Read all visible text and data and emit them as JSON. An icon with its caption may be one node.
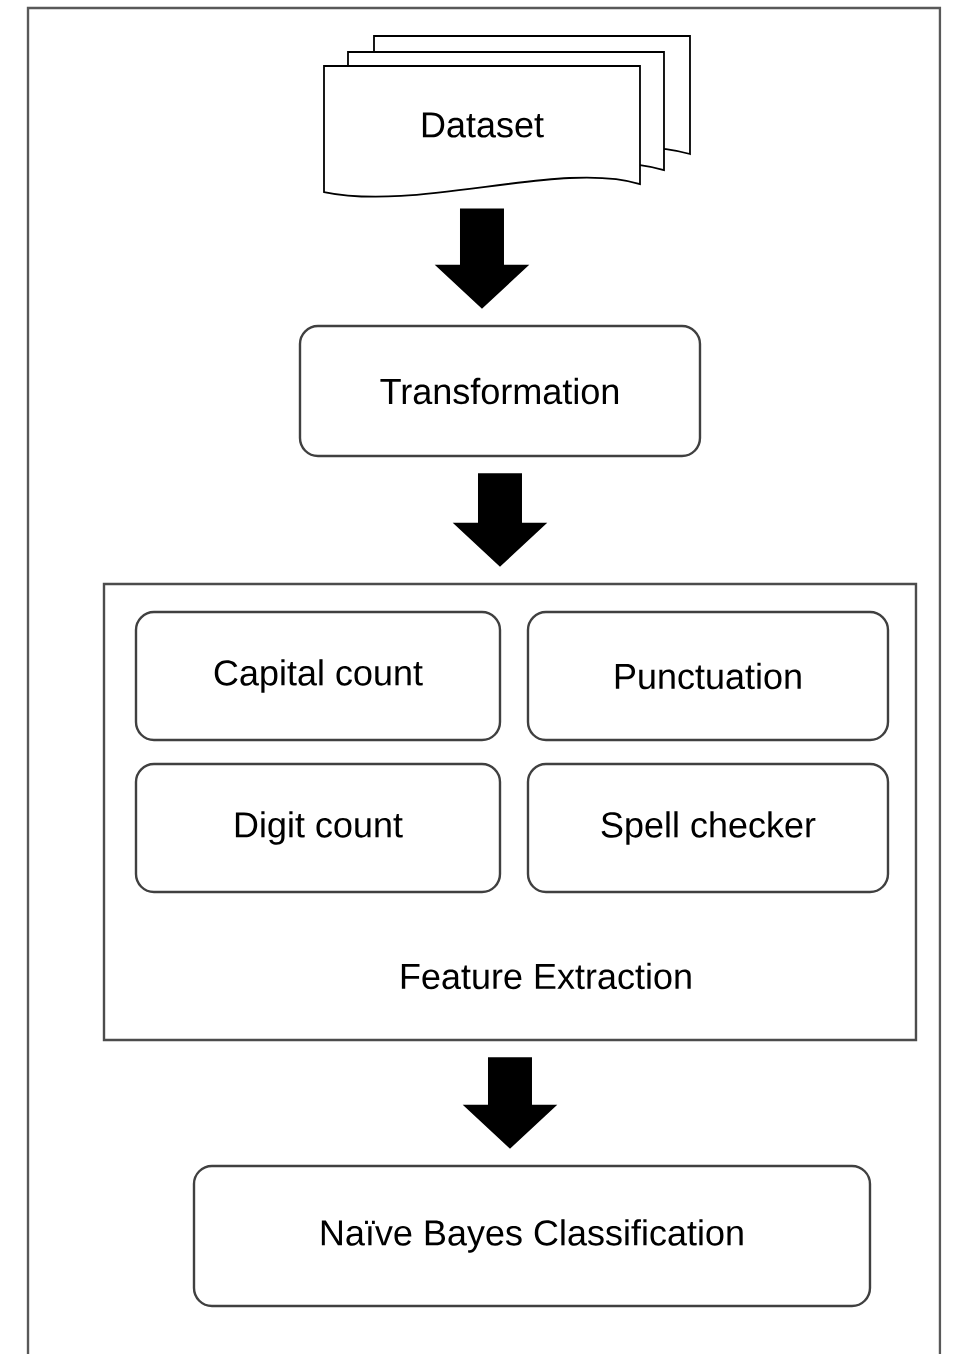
{
  "diagram": {
    "nodes": [
      {
        "text": [
          "Dataset"
        ]
      },
      {
        "text": [
          "Transformation"
        ]
      },
      {
        "text": [
          "Feature Extraction"
        ]
      },
      {
        "text": [
          "Capital count"
        ],
        "in": 2
      },
      {
        "text": [
          "Punctuation"
        ],
        "in": 2
      },
      {
        "text": [
          "Digit count"
        ],
        "in": 2
      },
      {
        "text": [
          "Spell checker"
        ],
        "in": 2
      },
      {
        "text": [
          "Naïve Bayes Classification"
        ]
      }
    ],
    "edges": [
      {
        "from": 0,
        "to": 1,
        "arrow": "to"
      },
      {
        "from": 1,
        "to": 2,
        "arrow": "to"
      },
      {
        "from": 2,
        "to": 7,
        "arrow": "to"
      }
    ]
  }
}
